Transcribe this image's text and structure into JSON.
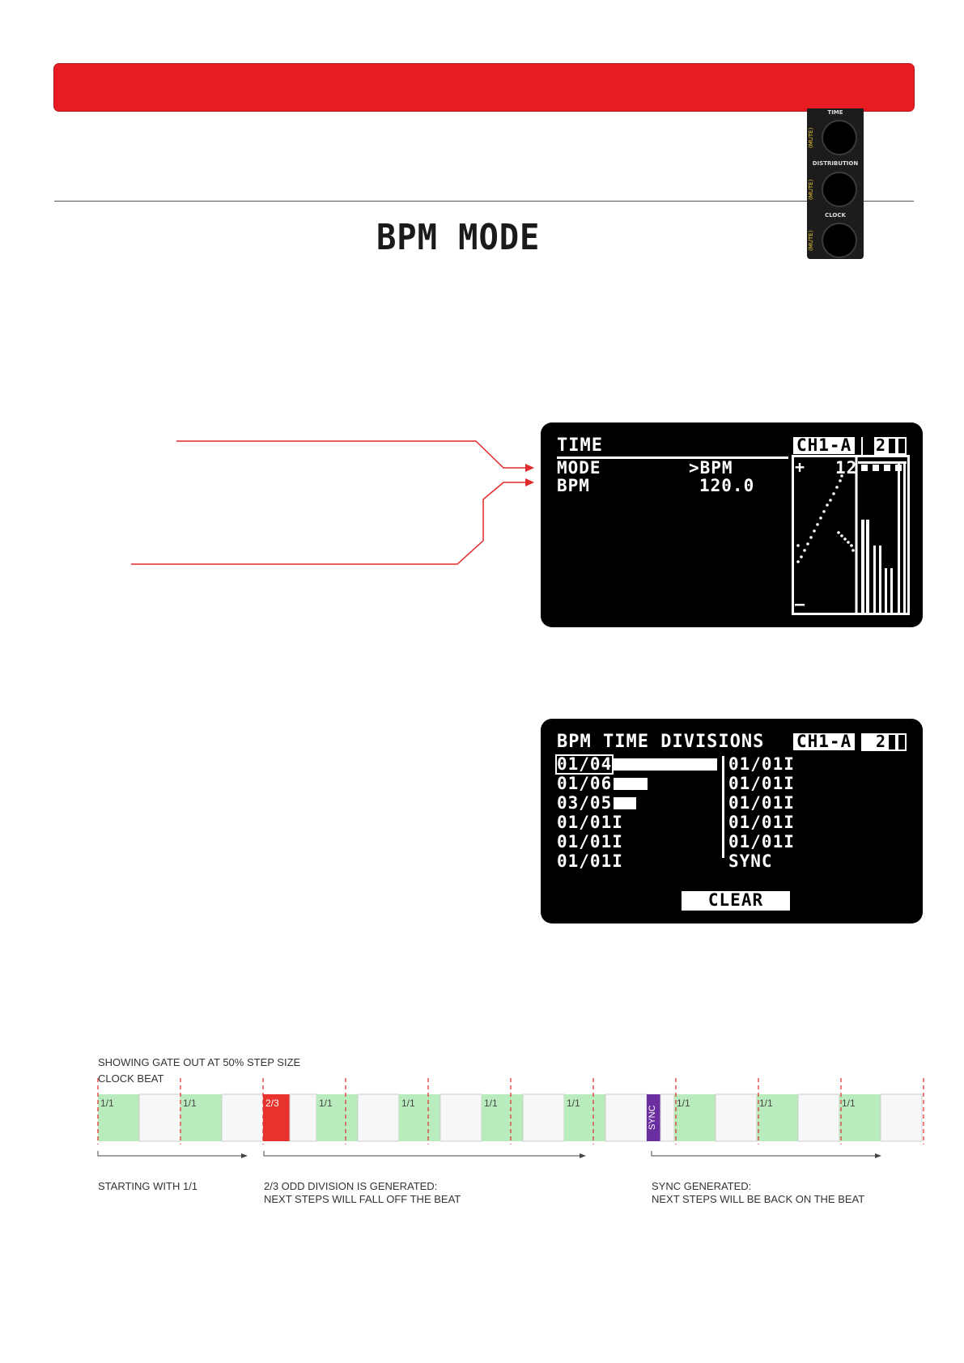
{
  "page": {
    "heading": "BPM MODE"
  },
  "panel": {
    "knobs": [
      {
        "label": "TIME",
        "mute": "(MUTE)"
      },
      {
        "label": "DISTRIBUTION",
        "mute": "(MUTE)"
      },
      {
        "label": "CLOCK",
        "mute": "(MUTE)"
      }
    ]
  },
  "screen_time": {
    "title": "TIME",
    "channel": "CH1-A",
    "channel_badge": "2",
    "rows": [
      {
        "label": "MODE",
        "value": ">BPM"
      },
      {
        "label": "BPM",
        "value": "120.0"
      }
    ],
    "plot_plus": "+",
    "plot_minus": "–",
    "plot_value": "12"
  },
  "screen_divisions": {
    "title": "BPM TIME DIVISIONS",
    "channel": "CH1-A",
    "channel_badge": "2",
    "left_col": [
      {
        "text": "01/04",
        "bar": 1.0
      },
      {
        "text": "01/06",
        "bar": 0.33
      },
      {
        "text": "03/05",
        "bar": 0.22
      },
      {
        "text": "01/01I",
        "bar": 0
      },
      {
        "text": "01/01I",
        "bar": 0
      },
      {
        "text": "01/01I",
        "bar": 0
      }
    ],
    "right_col": [
      "01/01I",
      "01/01I",
      "01/01I",
      "01/01I",
      "01/01I",
      "SYNC"
    ],
    "clear_label": "CLEAR"
  },
  "timing": {
    "caption_line1": "SHOWING GATE OUT AT 50% STEP SIZE",
    "caption_line2": "CLOCK BEAT",
    "colors": {
      "green": "#b9ecbd",
      "red": "#e8322d",
      "purple": "#6a2ea0"
    },
    "steps": [
      {
        "label": "1/1",
        "kind": "normal"
      },
      {
        "label": "1/1",
        "kind": "normal"
      },
      {
        "label": "2/3",
        "kind": "odd"
      },
      {
        "label": "1/1",
        "kind": "normal"
      },
      {
        "label": "1/1",
        "kind": "normal"
      },
      {
        "label": "1/1",
        "kind": "normal"
      },
      {
        "label": "1/1",
        "kind": "normal"
      },
      {
        "label": "SYNC",
        "kind": "sync"
      },
      {
        "label": "1/1",
        "kind": "normal"
      },
      {
        "label": "1/1",
        "kind": "normal"
      },
      {
        "label": "1/1",
        "kind": "normal"
      }
    ],
    "notes": [
      {
        "line1": "STARTING WITH 1/1",
        "line2": ""
      },
      {
        "line1": "2/3 ODD DIVISION IS GENERATED:",
        "line2": "NEXT STEPS WILL FALL OFF THE BEAT"
      },
      {
        "line1": "SYNC GENERATED:",
        "line2": "NEXT STEPS WILL BE BACK ON THE BEAT"
      }
    ]
  }
}
